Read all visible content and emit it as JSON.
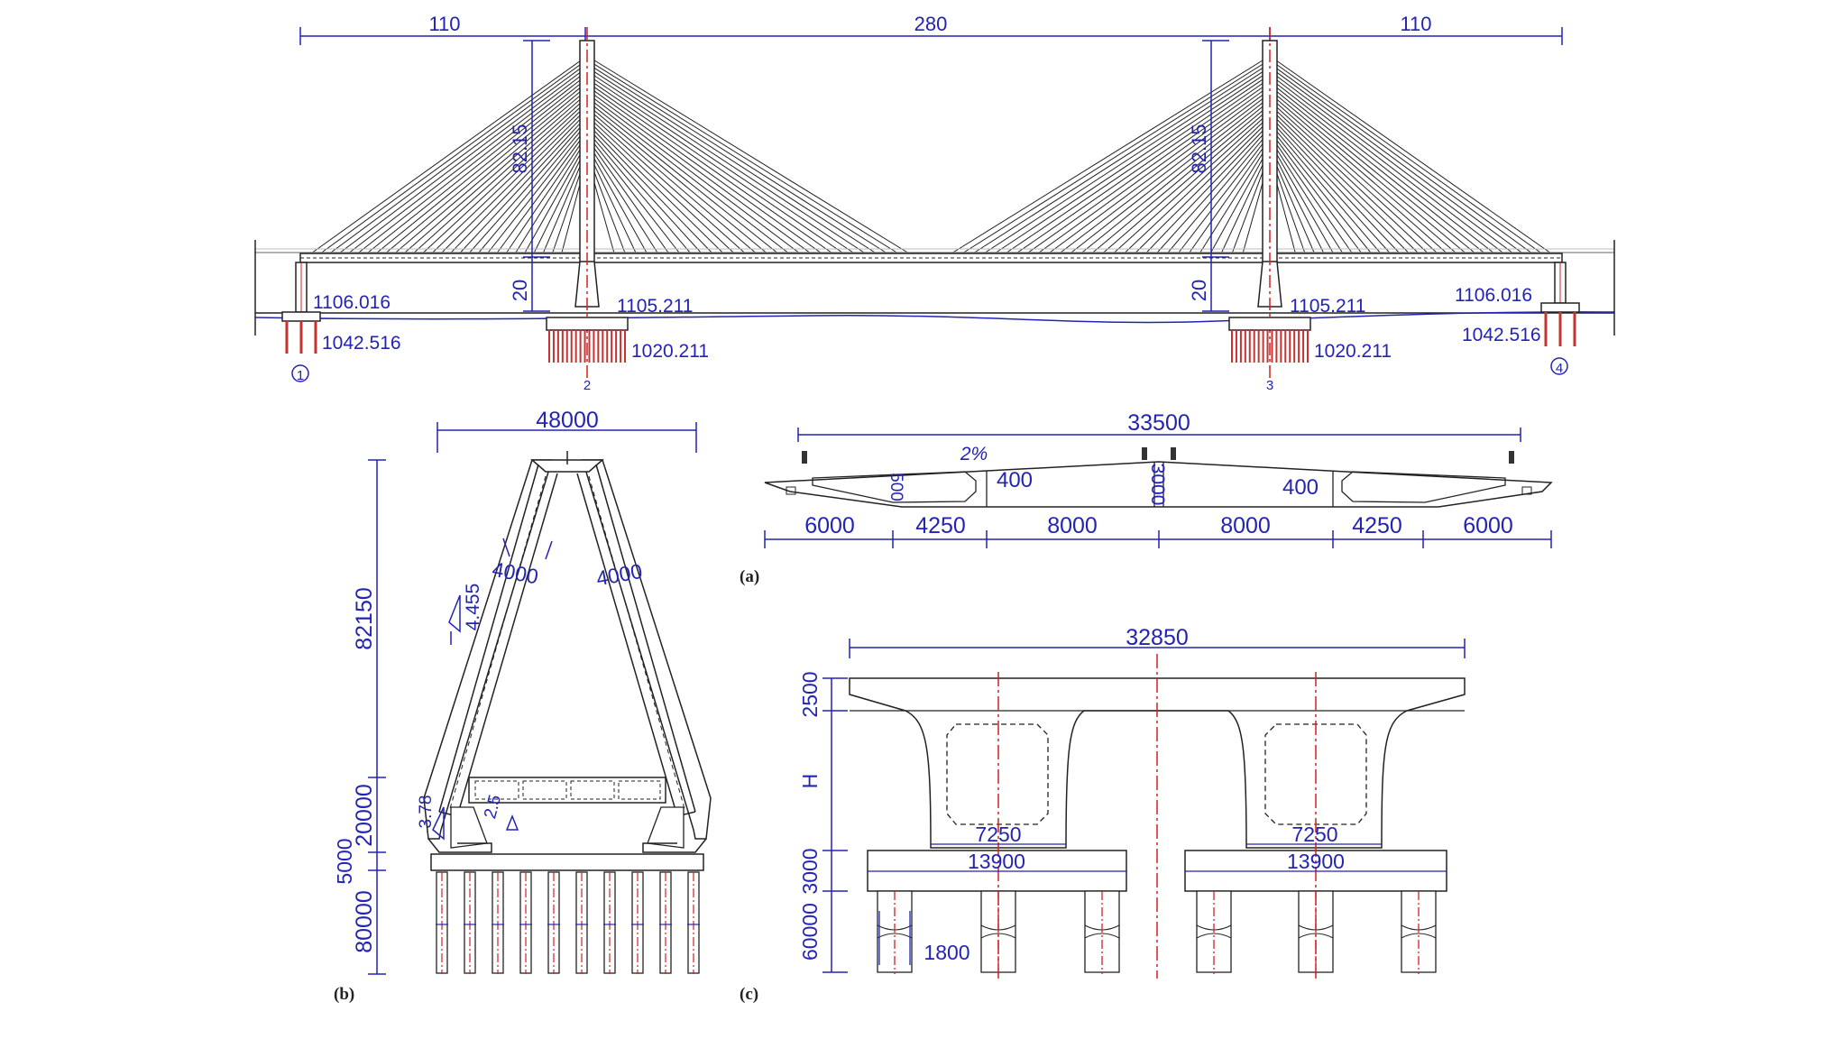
{
  "colors": {
    "outline": "#222222",
    "dimension": "#2323b4",
    "centerline": "#d42020",
    "pile": "#c83232"
  },
  "elevation": {
    "span_left": "110",
    "span_main": "280",
    "span_right": "110",
    "tower_height_left": "82.15",
    "tower_height_right": "82.15",
    "deck_offset_left": "20",
    "deck_offset_right": "20",
    "elev_abut_left_top": "1106.016",
    "elev_abut_left_bottom": "1042.516",
    "elev_tower_left_base": "1105.211",
    "elev_tower_left_cap": "1020.211",
    "elev_tower_right_base": "1105.211",
    "elev_tower_right_cap": "1020.211",
    "elev_abut_right_top": "1106.016",
    "elev_abut_right_bottom": "1042.516",
    "pier_mark_left": "1",
    "pier_mark_tower_left": "2",
    "pier_mark_tower_right": "3",
    "pier_mark_right": "4"
  },
  "section_a": {
    "label": "(a)",
    "total_width": "33500",
    "slope": "2%",
    "web_thickness": "500",
    "girder_depth": "3000",
    "inner_width_left": "400",
    "inner_width_right": "400",
    "seg_1": "6000",
    "seg_2": "4250",
    "seg_3": "8000",
    "seg_4": "8000",
    "seg_5": "4250",
    "seg_6": "6000"
  },
  "section_b": {
    "label": "(b)",
    "top_width": "48000",
    "leg_width_left": "4000",
    "leg_width_right": "4000",
    "leg_slope": "4.455",
    "base_slope_left": "3.78",
    "base_slope_right": "2.5",
    "height_upper": "82150",
    "height_lower": "20000",
    "cap_thickness": "5000",
    "pile_length": "80000"
  },
  "section_c": {
    "label": "(c)",
    "top_width": "32850",
    "cap_height": "2500",
    "pier_height": "H",
    "footing_height": "3000",
    "pile_length": "60000",
    "column_width_left": "7250",
    "column_width_right": "7250",
    "footing_width_left": "13900",
    "footing_width_right": "13900",
    "pile_diameter": "1800"
  }
}
